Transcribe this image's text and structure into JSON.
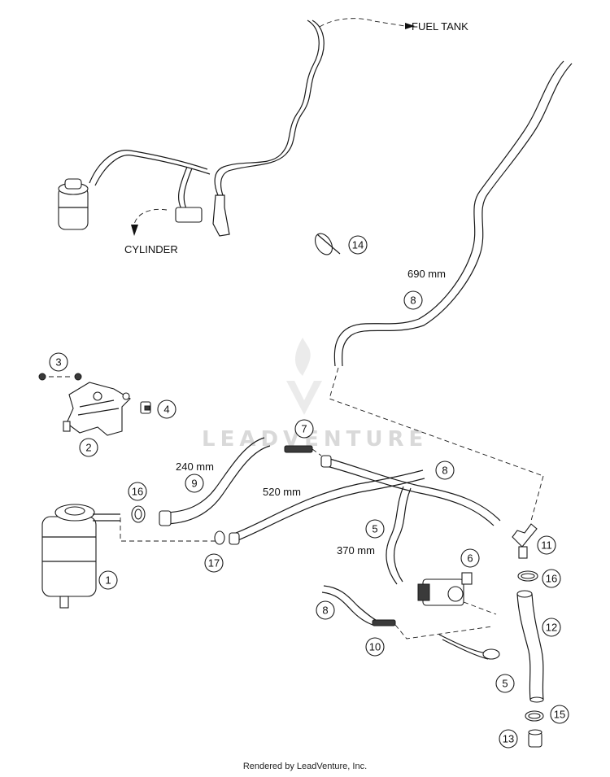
{
  "labels": {
    "fuel_tank": "FUEL TANK",
    "cylinder": "CYLINDER"
  },
  "dimensions": {
    "d690": "690 mm",
    "d240": "240 mm",
    "d520": "520 mm",
    "d370": "370 mm"
  },
  "callouts": [
    "1",
    "2",
    "3",
    "4",
    "5",
    "5",
    "6",
    "7",
    "8",
    "8",
    "8",
    "9",
    "10",
    "11",
    "12",
    "13",
    "14",
    "15",
    "16",
    "16",
    "17"
  ],
  "watermark": "LEADVENTURE",
  "footer": "Rendered by LeadVenture, Inc."
}
